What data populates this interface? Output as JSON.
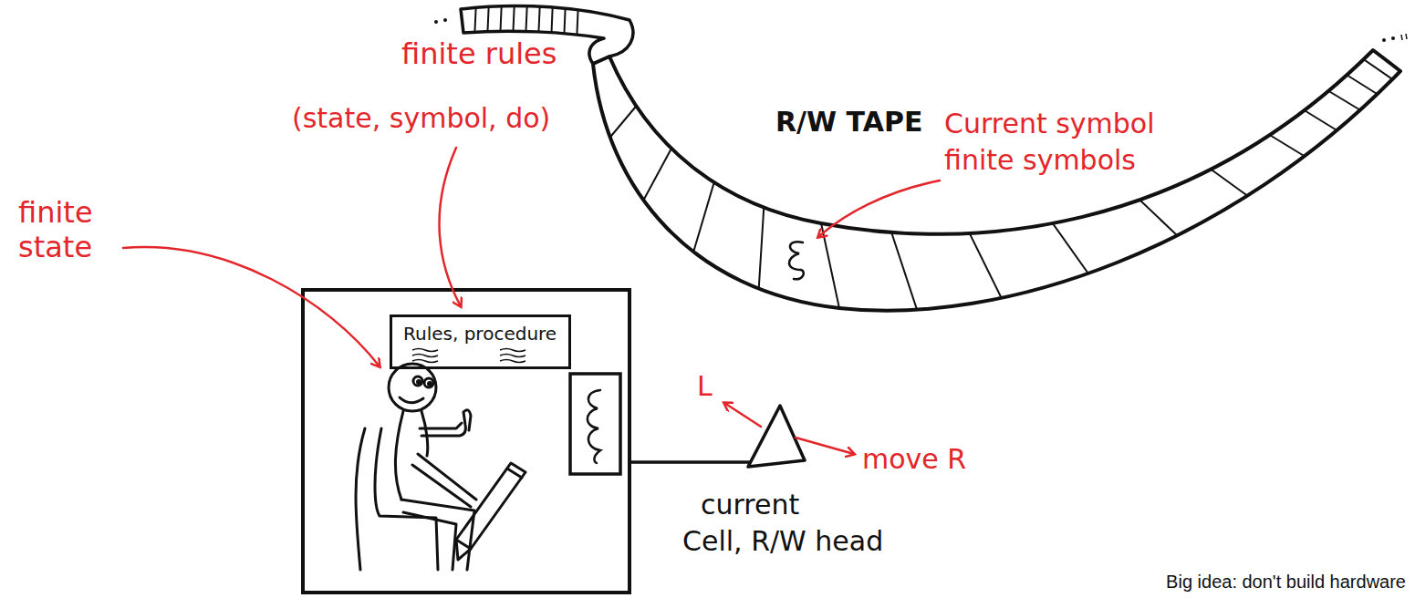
{
  "diagram": {
    "nodes": [
      {
        "text": [
          "Rules, procedure"
        ]
      }
    ],
    "labels": [
      "finite rules",
      "(state, symbol, do)",
      "finite state",
      "R/W TAPE",
      "Current symbol",
      "finite symbols",
      "L",
      "move R",
      "current",
      "Cell, R/W head",
      "Big idea: don't build hardware"
    ]
  }
}
